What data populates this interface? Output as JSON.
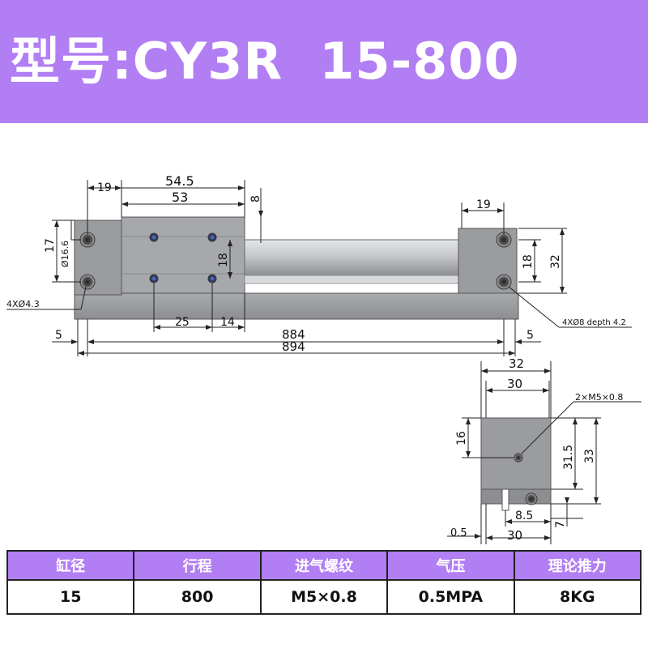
{
  "header": {
    "title": "型号:CY3R  15-800"
  },
  "drawing": {
    "front_view": {
      "dims": {
        "d19_left": "19",
        "d54_5": "54.5",
        "d53": "53",
        "d8": "8",
        "d19_right": "19",
        "d17": "17",
        "d16_6": "Ø16.6",
        "d18_body": "18",
        "d18_end": "18",
        "d32": "32",
        "d25": "25",
        "d14": "14",
        "d5_left": "5",
        "d884": "884",
        "d5_right": "5",
        "d894": "894"
      },
      "notes": {
        "mount_holes": "4XØ4.3",
        "end_holes": "4XØ8 depth 4.2"
      }
    },
    "side_view": {
      "dims": {
        "d32": "32",
        "d30_top": "30",
        "d16": "16",
        "d31_5": "31.5",
        "d33": "33",
        "d7": "7",
        "d8_5": "8.5",
        "d0_5": "0.5",
        "d30_bottom": "30"
      },
      "notes": {
        "port": "2×M5×0.8"
      }
    }
  },
  "spec_table": {
    "headers": [
      "缸径",
      "行程",
      "进气螺纹",
      "气压",
      "理论推力"
    ],
    "values": [
      "15",
      "800",
      "M5×0.8",
      "0.5MPA",
      "8KG"
    ]
  },
  "colors": {
    "banner": "#b27ef3",
    "metal": "#9c9ea2",
    "rod": "#c4c6ca",
    "dimension_line": "#222222"
  }
}
